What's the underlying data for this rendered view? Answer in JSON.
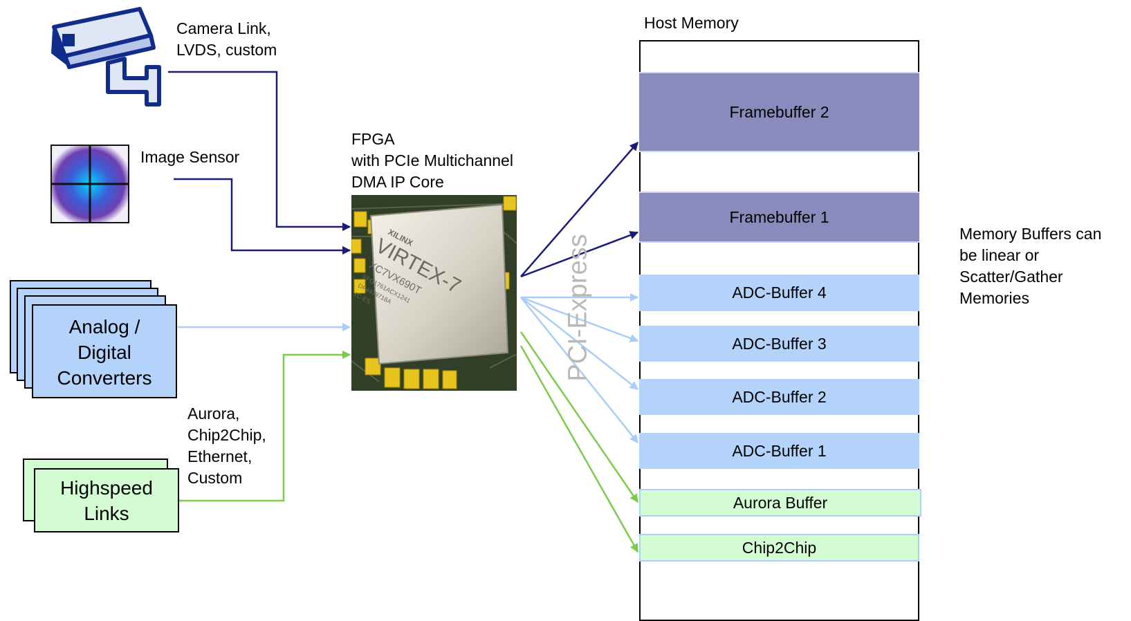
{
  "labels": {
    "camera_interfaces": [
      "Camera Link,",
      "LVDS, custom"
    ],
    "image_sensor": "Image Sensor",
    "fpga": [
      "FPGA",
      "with PCIe Multichannel",
      "DMA IP Core"
    ],
    "adc_card": [
      "Analog /",
      "Digital",
      "Converters"
    ],
    "links_card": [
      "Highspeed",
      "Links"
    ],
    "link_protocols": [
      "Aurora,",
      "Chip2Chip,",
      "Ethernet,",
      "Custom"
    ],
    "host_memory": "Host Memory",
    "pcie": "PCI-Express",
    "note": [
      "Memory Buffers can",
      "be linear or",
      "Scatter/Gather",
      "Memories"
    ]
  },
  "chip_marking": {
    "vendor": "XILINX",
    "family": "VIRTEX-7",
    "part": "XC7VX690T",
    "line2": "FFG1761ACX1241",
    "line3": "DF4479718A",
    "line4": "1C-ES"
  },
  "buffers": [
    {
      "label": "Framebuffer 2",
      "kind": "frame"
    },
    {
      "label": "Framebuffer 1",
      "kind": "frame"
    },
    {
      "label": "ADC-Buffer 4",
      "kind": "adc"
    },
    {
      "label": "ADC-Buffer 3",
      "kind": "adc"
    },
    {
      "label": "ADC-Buffer 2",
      "kind": "adc"
    },
    {
      "label": "ADC-Buffer 1",
      "kind": "adc"
    },
    {
      "label": "Aurora Buffer",
      "kind": "link"
    },
    {
      "label": "Chip2Chip",
      "kind": "link"
    }
  ],
  "colors": {
    "video_path": "#1a1a7a",
    "adc_path": "#a9cdf7",
    "link_path": "#7ccc4c",
    "frame_buffer": "#8a8bbd",
    "adc_buffer": "#b3d3fb",
    "link_buffer": "#d3fcd2"
  }
}
